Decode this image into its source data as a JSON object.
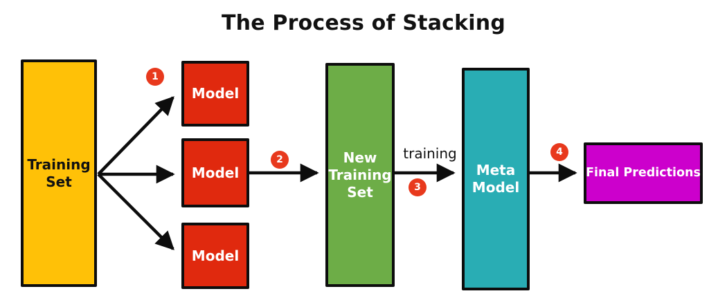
{
  "title": "The Process of Stacking",
  "colors": {
    "training_set": "#FFC107",
    "model": "#E0290E",
    "new_training_set": "#6DAD47",
    "meta_model": "#29ADB4",
    "final_predictions": "#CC00CC",
    "badge": "#E8391D",
    "border": "#0D0D0D",
    "arrow": "#0D0D0D"
  },
  "boxes": {
    "training_set": {
      "lines": [
        "Training",
        "Set"
      ]
    },
    "models": [
      {
        "label": "Model"
      },
      {
        "label": "Model"
      },
      {
        "label": "Model"
      }
    ],
    "new_training_set": {
      "lines": [
        "New",
        "Training",
        "Set"
      ]
    },
    "meta_model": {
      "lines": [
        "Meta",
        "Model"
      ]
    },
    "final_predictions": {
      "label": "Final Predictions"
    }
  },
  "steps": [
    {
      "number": "1"
    },
    {
      "number": "2"
    },
    {
      "number": "3"
    },
    {
      "number": "4"
    }
  ],
  "arrow_labels": {
    "training": "training"
  }
}
